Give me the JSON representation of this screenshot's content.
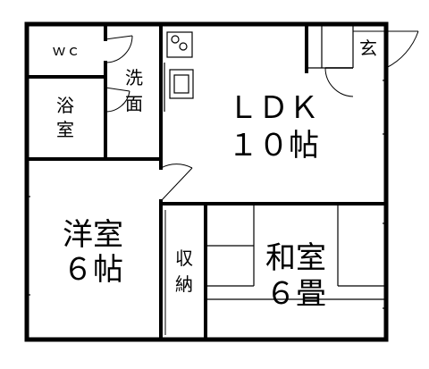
{
  "rooms": {
    "wc": "ｗｃ",
    "bath_1": "浴",
    "bath_2": "室",
    "wash_1": "洗",
    "wash_2": "面",
    "entrance": "玄",
    "ldk_1": "ＬＤＫ",
    "ldk_2": "１０帖",
    "western_1": "洋室",
    "western_2": "６帖",
    "storage_1": "収",
    "storage_2": "納",
    "japanese_1": "和室",
    "japanese_2": "６畳"
  }
}
